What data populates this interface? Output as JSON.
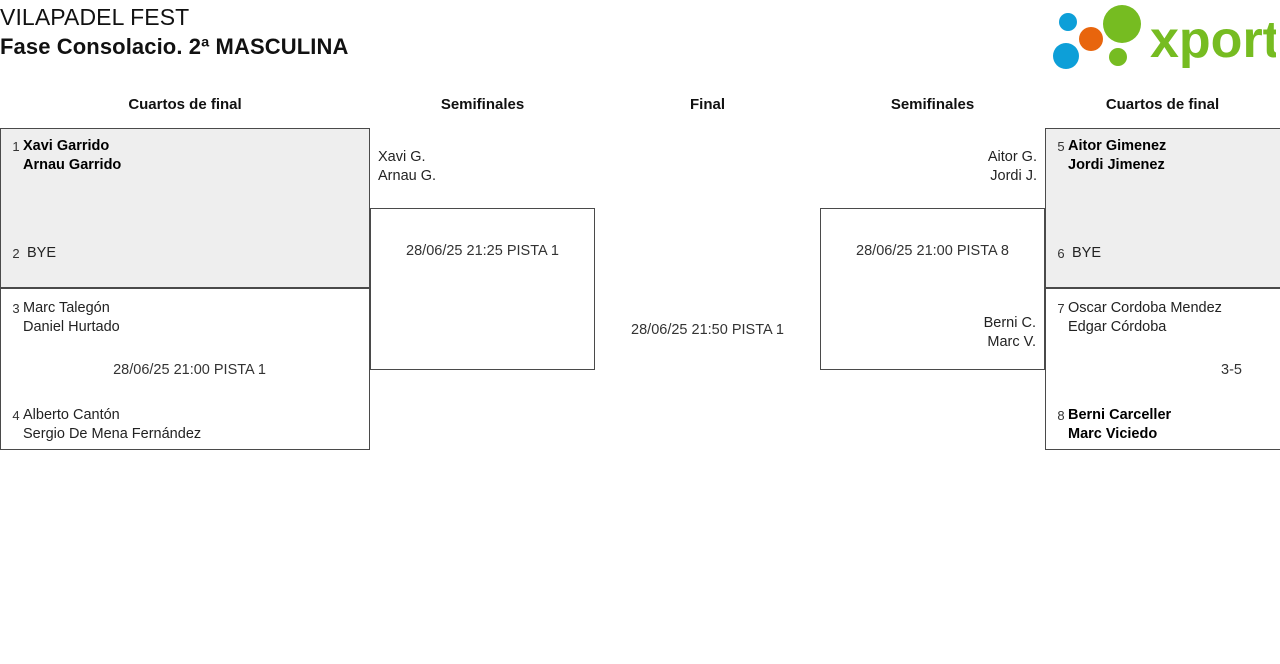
{
  "header": {
    "tournament": "VILAPADEL FEST",
    "phase": "Fase Consolacio. 2ª MASCULINA",
    "logo_text": "xporty",
    "logo_colors": {
      "green": "#76bc21",
      "blue": "#0d9fd8",
      "orange": "#e8650d"
    }
  },
  "columns": [
    {
      "label": "Cuartos de final"
    },
    {
      "label": "Semifinales"
    },
    {
      "label": "Final"
    },
    {
      "label": "Semifinales"
    },
    {
      "label": "Cuartos de final"
    }
  ],
  "bracket": {
    "left_quarterfinals": [
      {
        "top": {
          "seed": "1",
          "player1": "Xavi Garrido",
          "player2": "Arnau Garrido",
          "winner": true
        },
        "bottom": {
          "seed": "2",
          "player1": "BYE",
          "player2": "",
          "winner": false
        },
        "meta": "",
        "highlight": true
      },
      {
        "top": {
          "seed": "3",
          "player1": "Marc Talegón",
          "player2": "Daniel Hurtado",
          "winner": false
        },
        "bottom": {
          "seed": "4",
          "player1": "Alberto Cantón",
          "player2": "Sergio De Mena Fernández",
          "winner": false
        },
        "meta": "28/06/25 21:00 PISTA 1",
        "highlight": false
      }
    ],
    "left_semifinal": {
      "top": {
        "player1": "Xavi G.",
        "player2": "Arnau G."
      },
      "bottom": {
        "player1": "",
        "player2": ""
      },
      "meta": "28/06/25 21:25 PISTA 1"
    },
    "final": {
      "meta": "28/06/25 21:50 PISTA 1"
    },
    "right_semifinal": {
      "top": {
        "player1": "Aitor G.",
        "player2": "Jordi J."
      },
      "bottom": {
        "player1": "Berni C.",
        "player2": "Marc V."
      },
      "meta": "28/06/25 21:00 PISTA 8"
    },
    "right_quarterfinals": [
      {
        "top": {
          "seed": "5",
          "player1": "Aitor Gimenez",
          "player2": "Jordi Jimenez",
          "winner": true
        },
        "bottom": {
          "seed": "6",
          "player1": "BYE",
          "player2": "",
          "winner": false
        },
        "meta": "",
        "highlight": true
      },
      {
        "top": {
          "seed": "7",
          "player1": "Oscar Cordoba Mendez",
          "player2": "Edgar Córdoba",
          "winner": false
        },
        "bottom": {
          "seed": "8",
          "player1": "Berni Carceller",
          "player2": "Marc Viciedo",
          "winner": true
        },
        "meta": "3-5",
        "highlight": false
      }
    ]
  }
}
